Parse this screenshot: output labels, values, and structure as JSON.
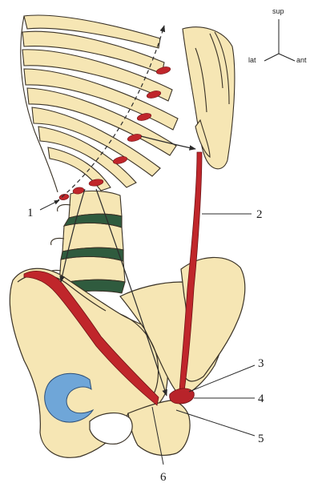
{
  "orientation": {
    "sup": "sup",
    "lat": "lat",
    "ant": "ant"
  },
  "labels": [
    "1",
    "2",
    "3",
    "4",
    "5",
    "6"
  ],
  "colors": {
    "bone": "#f6e6b4",
    "bone_outline": "#3a3226",
    "muscle": "#c0262b",
    "insertion": "#b8232a",
    "disc": "#2f5b3e",
    "acetabulum": "#6fa6d8",
    "arrow": "#2b2b2b"
  }
}
